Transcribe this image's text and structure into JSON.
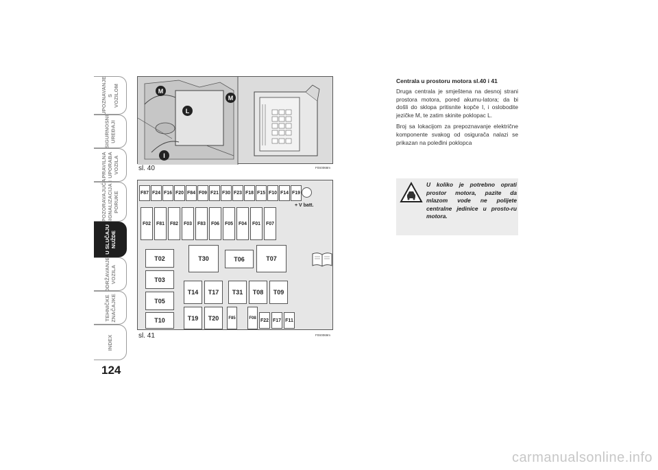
{
  "sidebar": {
    "tabs": [
      {
        "label": "UPOZNAVANJE\nS\nVOZILOM",
        "active": false
      },
      {
        "label": "SIGURNOSNI\nUREĐAJI",
        "active": false
      },
      {
        "label": "PRAVILNA\nUPORABA\nVOZILA",
        "active": false
      },
      {
        "label": "UPOZORAVAJUĆA\nSIGNALIZACIJA I\nPORUKE",
        "active": false
      },
      {
        "label": "U SLUČAJU\nNUŽDE",
        "active": true
      },
      {
        "label": "ODRŽAVANJE\nVOZILA",
        "active": false
      },
      {
        "label": "TEHNIČKE\nZNAČAJKE",
        "active": false
      },
      {
        "label": "INDEX",
        "active": false
      }
    ]
  },
  "page_number": "124",
  "figure40": {
    "label": "sl. 40",
    "code": "F0S0068m",
    "callouts": [
      "M",
      "M",
      "L",
      "I"
    ]
  },
  "figure41": {
    "label": "sl. 41",
    "code": "F0S0069m",
    "top_row": [
      "F87",
      "F24",
      "F16",
      "F20",
      "F84",
      "F09",
      "F21",
      "F30",
      "F23",
      "F18",
      "F15",
      "F10",
      "F14",
      "F19"
    ],
    "second_row": [
      "F02",
      "F81",
      "F82",
      "F03",
      "F83",
      "F06",
      "F05",
      "F04",
      "F01",
      "F07"
    ],
    "battery_label": "+ V batt.",
    "relays_left": [
      "T02",
      "T03",
      "T05",
      "T10"
    ],
    "relays_big": [
      "T30",
      "T06",
      "T07"
    ],
    "relays_mid": [
      "T14",
      "T17",
      "T31",
      "T08",
      "T09"
    ],
    "relays_bottom": [
      "T19",
      "T20"
    ],
    "small_fuses_bottom": [
      "F85",
      "F08",
      "F22",
      "F17",
      "F11"
    ]
  },
  "content": {
    "heading": "Centrala u prostoru motora sl.40 i 41",
    "paragraph1": "Druga centrala je smještena na desnoj strani prostora motora, pored akumu-latora; da bi došli do sklopa pritisnite kopče I, i oslobodite jezičke M, te zatim skinite poklopac L.",
    "paragraph2": "Broj sa lokacijom za prepoznavanje električne komponente svakog od osigurača nalazi se prikazan na poleđini poklopca",
    "warning": "U koliko je potrebno oprati prostor motora, pazite da mlazom vode ne polijete centralne jedinice u prosto-ru motora."
  },
  "footer": "carmanualsonline.info"
}
